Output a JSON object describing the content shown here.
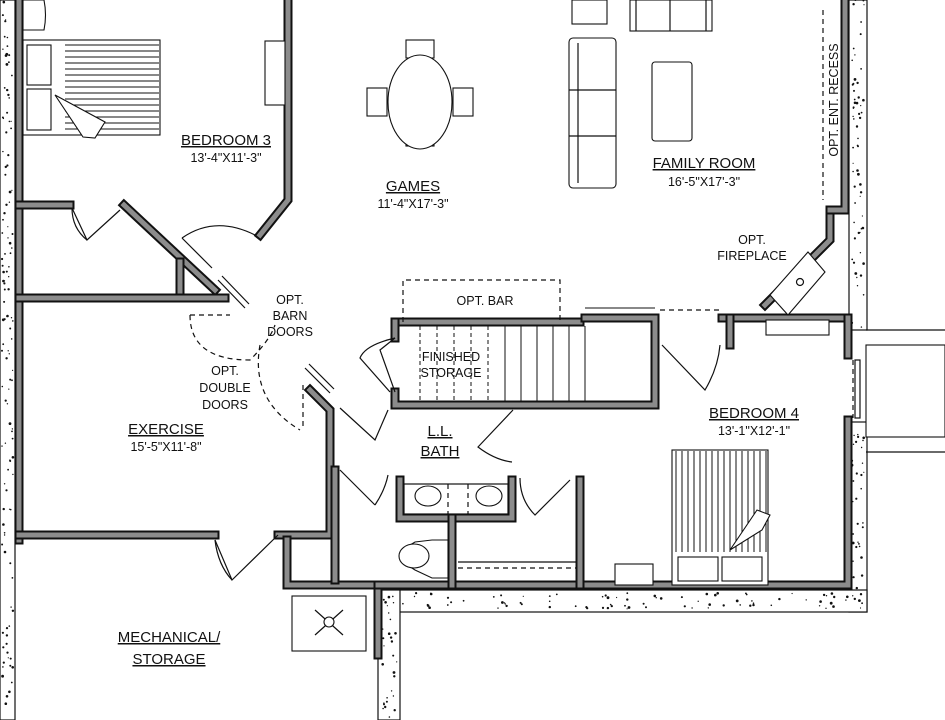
{
  "plan": {
    "title": "Lower Level Floor Plan",
    "rooms": [
      {
        "id": "bedroom3",
        "name": "BEDROOM 3",
        "dims": "13'-4\"X11'-3\""
      },
      {
        "id": "games",
        "name": "GAMES",
        "dims": "11'-4\"X17'-3\""
      },
      {
        "id": "family",
        "name": "FAMILY ROOM",
        "dims": "16'-5\"X17'-3\""
      },
      {
        "id": "exercise",
        "name": "EXERCISE",
        "dims": "15'-5\"X11'-8\""
      },
      {
        "id": "bedroom4",
        "name": "BEDROOM 4",
        "dims": "13'-1\"X12'-1\""
      },
      {
        "id": "llbath",
        "name_line1": "L.L.",
        "name_line2": "BATH"
      },
      {
        "id": "mechanical",
        "name_line1": "MECHANICAL/",
        "name_line2": "STORAGE"
      }
    ],
    "notes": {
      "ent_recess": "OPT. ENT. RECESS",
      "fireplace_l1": "OPT.",
      "fireplace_l2": "FIREPLACE",
      "bar": "OPT. BAR",
      "barn_l1": "OPT.",
      "barn_l2": "BARN",
      "barn_l3": "DOORS",
      "double_l1": "OPT.",
      "double_l2": "DOUBLE",
      "double_l3": "DOORS",
      "storage_l1": "FINISHED",
      "storage_l2": "STORAGE"
    }
  }
}
